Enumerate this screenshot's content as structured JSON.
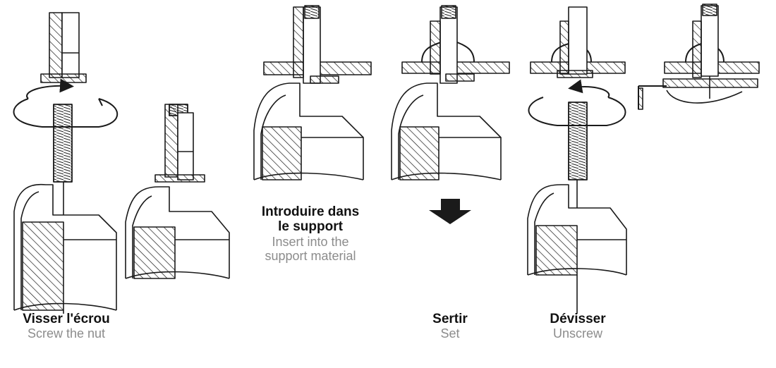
{
  "colors": {
    "ink": "#1a1a1a",
    "caption_en": "#8c8c8c",
    "caption_fr": "#111111",
    "background": "#ffffff"
  },
  "steps": [
    {
      "fr": "Visser l'écrou",
      "en": "Screw the nut"
    },
    {
      "fr": "Introduire dans",
      "fr2": "le support",
      "en": "Insert into the",
      "en2": "support material"
    },
    {
      "fr": "Sertir",
      "en": "Set"
    },
    {
      "fr": "Dévisser",
      "en": "Unscrew"
    }
  ],
  "icons": [
    "rotation-arrow-icon",
    "down-arrow-icon"
  ]
}
